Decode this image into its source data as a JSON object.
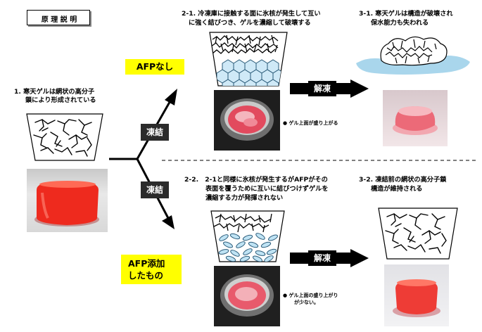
{
  "header": {
    "label": "原 理 説 明"
  },
  "left": {
    "caption_line1": "1. 寒天ゲルは網状の高分子",
    "caption_line2": "鎖により形成されている"
  },
  "badges": {
    "freeze_top": "凍結",
    "freeze_bottom": "凍結",
    "thaw_top": "解凍",
    "thaw_bottom": "解凍"
  },
  "labels": {
    "afp_none": "AFPなし",
    "afp_added_line1": "AFP添加",
    "afp_added_line2": "したもの"
  },
  "steps": {
    "s21_line1": "2-1. 冷凍庫に接触する面に氷核が発生して互い",
    "s21_line2": "に強く結びつき、ゲルを濃縮して破壊する",
    "s31_line1": "3-1. 寒天ゲルは構造が破壊され",
    "s31_line2": "保水能力も失われる",
    "s22_line1": "2-2.　2-1と同様に氷核が発生するがAFPがその",
    "s22_line2": "表面を覆うために互いに結びつけずゲルを",
    "s22_line3": "濃縮する力が発揮されない",
    "s32_line1": "3-2. 凍結前の網状の高分子鎖",
    "s32_line2": "構造が維持される"
  },
  "notes": {
    "top": "● ゲル上面が盛り上がる",
    "bottom_line1": "● ゲル上面の盛り上がり",
    "bottom_line2": "が少ない。"
  }
}
